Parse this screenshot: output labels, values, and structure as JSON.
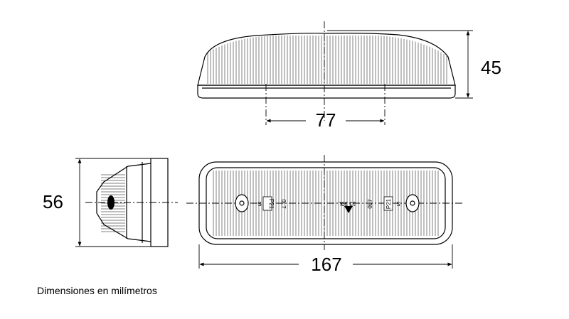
{
  "dimensions": {
    "height": "45",
    "depth": "56",
    "hole_spacing": "77",
    "length": "167"
  },
  "caption": "Dimensiones en milímetros",
  "marks": {
    "left_code": "P21",
    "right_code": "P21",
    "left_label": "0L7",
    "right_label": "0L7",
    "center_label": "13 30L",
    "left_s": "S",
    "right_s": "S"
  },
  "colors": {
    "line": "#000000",
    "background": "#ffffff"
  }
}
